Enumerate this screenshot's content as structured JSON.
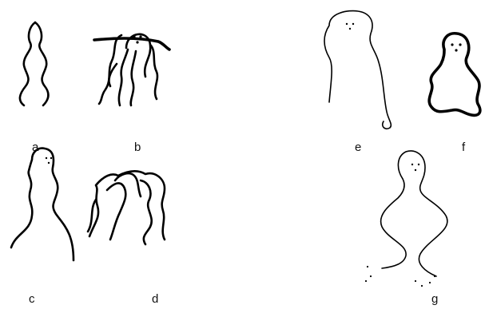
{
  "figures": [
    {
      "id": "a",
      "label": "a"
    },
    {
      "id": "b",
      "label": "b"
    },
    {
      "id": "c",
      "label": "c"
    },
    {
      "id": "d",
      "label": "d"
    },
    {
      "id": "e",
      "label": "e"
    },
    {
      "id": "f",
      "label": "f"
    },
    {
      "id": "g",
      "label": "g"
    }
  ]
}
